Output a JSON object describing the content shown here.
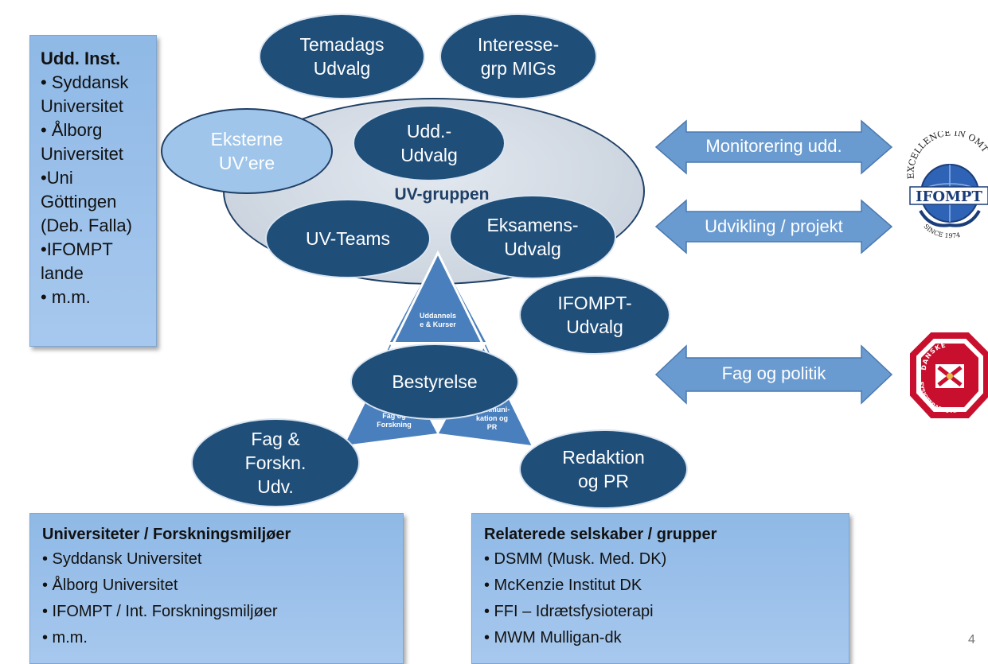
{
  "left_box": {
    "title": "Udd. Inst.",
    "items": [
      "• Syddansk",
      "Universitet",
      "• Ålborg",
      "Universitet",
      "•Uni",
      "Göttingen",
      "(Deb. Falla)",
      "•IFOMPT",
      "lande",
      "• m.m."
    ]
  },
  "ovals": {
    "temadags": "Temadags\nUdvalg",
    "interesse": "Interesse-\ngrp MIGs",
    "udd_udvalg": "Udd.-\nUdvalg",
    "eksterne": "Eksterne\nUV’ere",
    "uv_teams": "UV-Teams",
    "eksamens": "Eksamens-\nUdvalg",
    "ifompt_udvalg": "IFOMPT-\nUdvalg",
    "bestyrelse": "Bestyrelse",
    "fag_forskn": "Fag &\nForskn.\nUdv.",
    "redaktion": "Redaktion\nog PR"
  },
  "uv_gruppen_label": "UV-gruppen",
  "triangle": {
    "top": "Uddannels\ne & Kurser",
    "left": "Fag og\nForskning",
    "right": "Kommuni-\nkation og\nPR"
  },
  "arrows": {
    "monitorering": "Monitorering udd.",
    "udvikling": "Udvikling / projekt",
    "fag_politik": "Fag og politik"
  },
  "ifompt_logo": {
    "arc_text": "EXCELLENCE IN OMT",
    "name": "IFOMPT",
    "since": "SINCE 1974"
  },
  "danske_logo": {
    "top_text": "DANSKE",
    "bottom_text": "FYSIOTERAPEUTER"
  },
  "bottom_left": {
    "title": "Universiteter / Forskningsmiljøer",
    "items": [
      "• Syddansk Universitet",
      "• Ålborg Universitet",
      "• IFOMPT / Int. Forskningsmiljøer",
      "• m.m."
    ]
  },
  "bottom_right": {
    "title": "Relaterede selskaber / grupper",
    "items": [
      "• DSMM (Musk. Med. DK)",
      "• McKenzie Institut DK",
      "• FFI – Idrætsfysioterapi",
      "• MWM Mulligan-dk"
    ]
  },
  "page_number": "4",
  "colors": {
    "dark_oval": "#1f4e79",
    "light_oval": "#9fc5ea",
    "box_fill": "#9dc3ec",
    "arrow": "#6a9bd0",
    "triangle": "#4a7fbd",
    "uv_ellipse": "#cfd7e3"
  }
}
